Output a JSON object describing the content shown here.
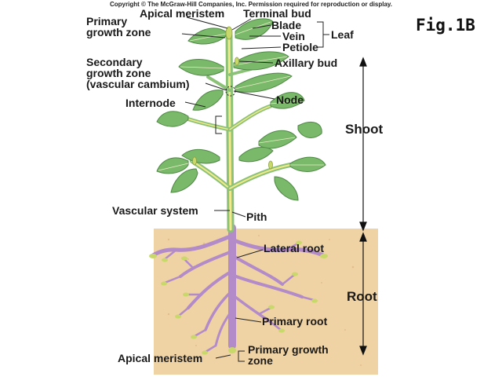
{
  "copyright": "Copyright © The McGraw-Hill Companies, Inc. Permission required for reproduction or display.",
  "figure_label": "Fig.1B",
  "labels": {
    "apical_meristem_top": "Apical meristem",
    "terminal_bud": "Terminal bud",
    "primary_growth_zone_top": "Primary\ngrowth zone",
    "blade": "Blade",
    "vein": "Vein",
    "petiole": "Petiole",
    "leaf": "Leaf",
    "axillary_bud": "Axillary bud",
    "secondary_growth_zone": "Secondary\ngrowth zone\n(vascular cambium)",
    "node": "Node",
    "internode": "Internode",
    "shoot": "Shoot",
    "vascular_system": "Vascular system",
    "pith": "Pith",
    "lateral_root": "Lateral root",
    "root": "Root",
    "primary_root": "Primary root",
    "apical_meristem_bottom": "Apical meristem",
    "primary_growth_zone_bottom": "Primary growth\nzone"
  },
  "colors": {
    "soil": "#f0d3a4",
    "leaf": "#7ab86a",
    "leaf_dark": "#4f8a45",
    "stem": "#8cc277",
    "vascular": "#b38bc9",
    "pith": "#f2e98a",
    "meristem": "#c9d86a"
  }
}
